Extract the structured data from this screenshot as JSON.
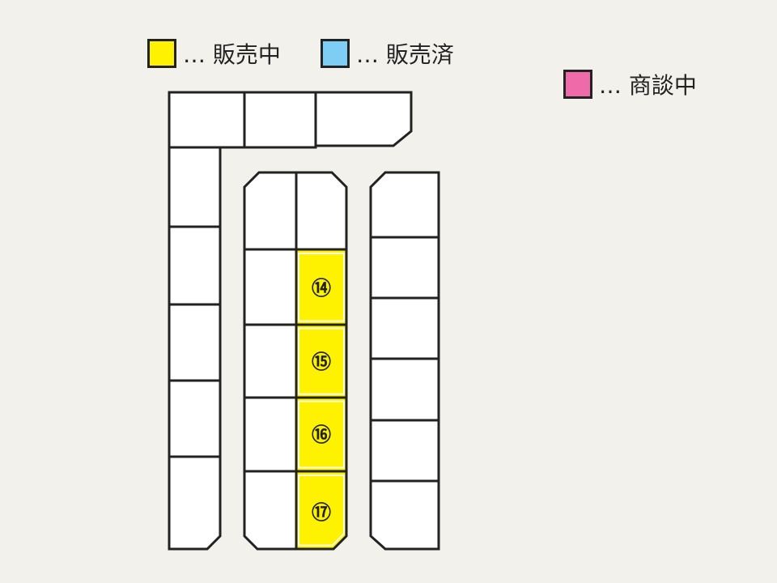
{
  "legend": {
    "for_sale": {
      "label": "… 販売中",
      "color": "#fff200"
    },
    "sold": {
      "label": "… 販売済",
      "color": "#7ecdf4"
    },
    "negotiating": {
      "label": "… 商談中",
      "color": "#ef6aa8"
    }
  },
  "map": {
    "lot_fill_default": "#ffffff",
    "outline_color": "#222222",
    "lots": [
      {
        "id": "14",
        "label": "⑭",
        "status": "for_sale"
      },
      {
        "id": "15",
        "label": "⑮",
        "status": "for_sale"
      },
      {
        "id": "16",
        "label": "⑯",
        "status": "for_sale"
      },
      {
        "id": "17",
        "label": "⑰",
        "status": "for_sale"
      }
    ]
  }
}
